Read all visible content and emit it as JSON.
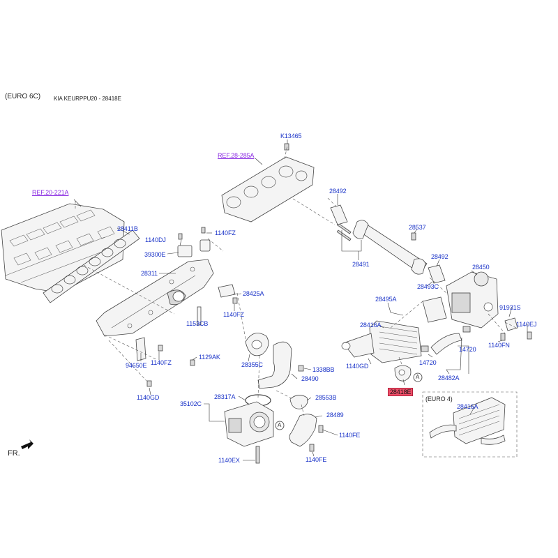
{
  "header": {
    "variant": "(EURO 6C)",
    "part_ref": "KIA KEURPPU20 - 28418E"
  },
  "labels": {
    "k13465": "K13465",
    "ref_28_285a": "REF.28-285A",
    "ref_20_221a": "REF.20-221A",
    "p28492_top": "28492",
    "p28411b": "28411B",
    "p1140dj": "1140DJ",
    "p1140fz_top": "1140FZ",
    "p39300e": "39300E",
    "p28537": "28537",
    "p28491": "28491",
    "p28492_mid": "28492",
    "p28450": "28450",
    "p28311": "28311",
    "p28425a": "28425A",
    "p28493c": "28493C",
    "p28495a": "28495A",
    "p91931s": "91931S",
    "p1140fz_mid": "1140FZ",
    "p1153cb": "1153CB",
    "p28416a": "28416A",
    "p1140ej": "1140EJ",
    "p1140fn": "1140FN",
    "p14720_r": "14720",
    "p1129ak": "1129AK",
    "p94650e": "94650E",
    "p1140fz_low": "1140FZ",
    "p28355c": "28355C",
    "p1338bb": "1338BB",
    "p1140gd_r": "1140GD",
    "p14720_l": "14720",
    "p28490": "28490",
    "p28482a": "28482A",
    "p28418e": "28418E",
    "circle_a_right": "A",
    "p1140gd_l": "1140GD",
    "p28317a": "28317A",
    "p35102c": "35102C",
    "p28553b": "28553B",
    "p28489": "28489",
    "circle_a_left": "A",
    "p1140fe_r": "1140FE",
    "p1140ex": "1140EX",
    "p1140fe_b": "1140FE",
    "fr": "FR.",
    "euro4": "(EURO 4)",
    "p28416a_euro4": "28416A"
  },
  "colors": {
    "label": "#1a33c8",
    "ref": "#8a2be2",
    "highlight": "#f0506a"
  }
}
